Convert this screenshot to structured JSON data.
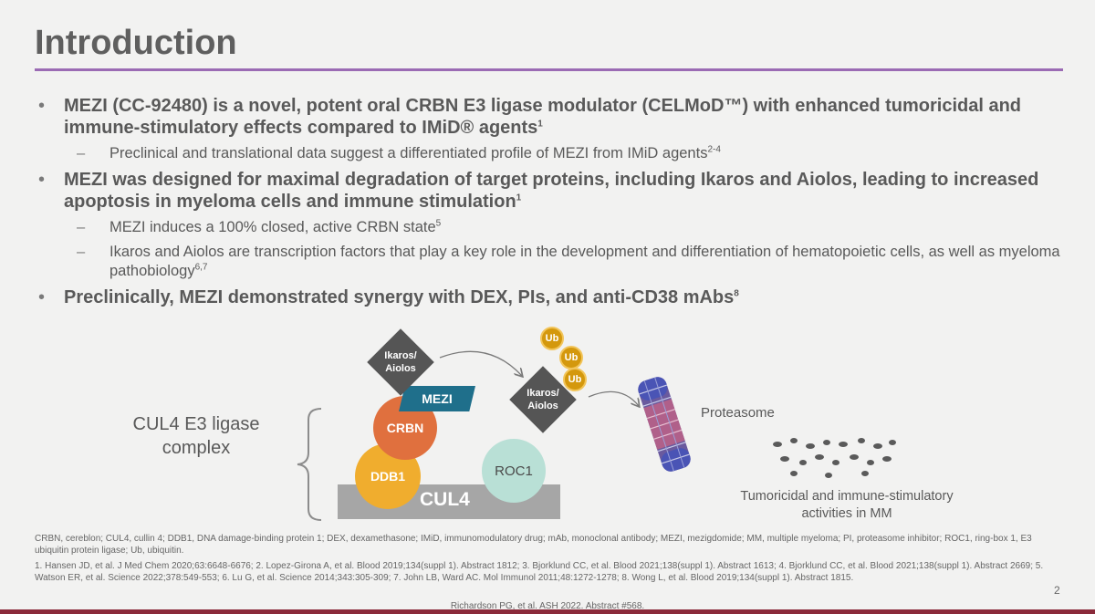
{
  "title": "Introduction",
  "bullets": {
    "b1_text": "MEZI (CC-92480) is a novel, potent oral CRBN E3 ligase modulator (CELMoD™) with enhanced tumoricidal and immune-stimulatory effects compared to IMiD® agents",
    "b1_ref": "1",
    "b1_sub1_text": "Preclinical and translational data suggest a differentiated profile of MEZI from IMiD agents",
    "b1_sub1_ref": "2-4",
    "b2_text": "MEZI was designed for maximal degradation of target proteins, including Ikaros and Aiolos, leading to increased apoptosis in myeloma cells and immune stimulation",
    "b2_ref": "1",
    "b2_sub1_text": "MEZI induces a 100% closed, active CRBN state",
    "b2_sub1_ref": "5",
    "b2_sub2_text": "Ikaros and Aiolos are transcription factors that play a key role in the development and differentiation of hematopoietic cells, as well as myeloma pathobiology",
    "b2_sub2_ref": "6,7",
    "b3_text": "Preclinically, MEZI demonstrated synergy with DEX, PIs, and anti-CD38 mAbs",
    "b3_ref": "8"
  },
  "diagram": {
    "complex_label_line1": "CUL4 E3 ligase",
    "complex_label_line2": "complex",
    "cul4": "CUL4",
    "ddb1": "DDB1",
    "crbn": "CRBN",
    "roc1": "ROC1",
    "mezi": "MEZI",
    "target1_line1": "Ikaros/",
    "target1_line2": "Aiolos",
    "target2_line1": "Ikaros/",
    "target2_line2": "Aiolos",
    "ub": "Ub",
    "proteasome": "Proteasome",
    "activity_line1": "Tumoricidal and immune-stimulatory",
    "activity_line2": "activities in MM"
  },
  "colors": {
    "title_rule": "#9b6bb4",
    "ddb1": "#f0ad2e",
    "crbn": "#e0703e",
    "roc1": "#b9e0d6",
    "mezi": "#1f6f8b",
    "ubiquitin": "#d4980d",
    "target_diamond": "#555555",
    "cul4": "#a6a6a6",
    "bottom_bar": "#8a2a3a"
  },
  "footnotes": {
    "abbreviations": "CRBN, cereblon; CUL4, cullin 4; DDB1, DNA damage-binding protein 1; DEX, dexamethasone; IMiD, immunomodulatory drug; mAb, monoclonal antibody; MEZI, mezigdomide; MM, multiple myeloma; PI, proteasome inhibitor; ROC1, ring-box 1, E3 ubiquitin protein ligase; Ub, ubiquitin.",
    "references": "1. Hansen JD, et al. J Med Chem 2020;63:6648-6676; 2. Lopez-Girona A, et al. Blood 2019;134(suppl 1). Abstract 1812; 3. Bjorklund CC, et al. Blood 2021;138(suppl 1). Abstract 1613; 4. Bjorklund CC, et al. Blood 2021;138(suppl 1). Abstract 2669; 5. Watson ER, et al. Science 2022;378:549-553; 6. Lu G, et al. Science 2014;343:305-309; 7. John LB, Ward AC. Mol Immunol 2011;48:1272-1278; 8. Wong L, et al. Blood 2019;134(suppl 1). Abstract 1815."
  },
  "page_number": "2",
  "citation": "Richardson PG, et al. ASH 2022. Abstract #568."
}
